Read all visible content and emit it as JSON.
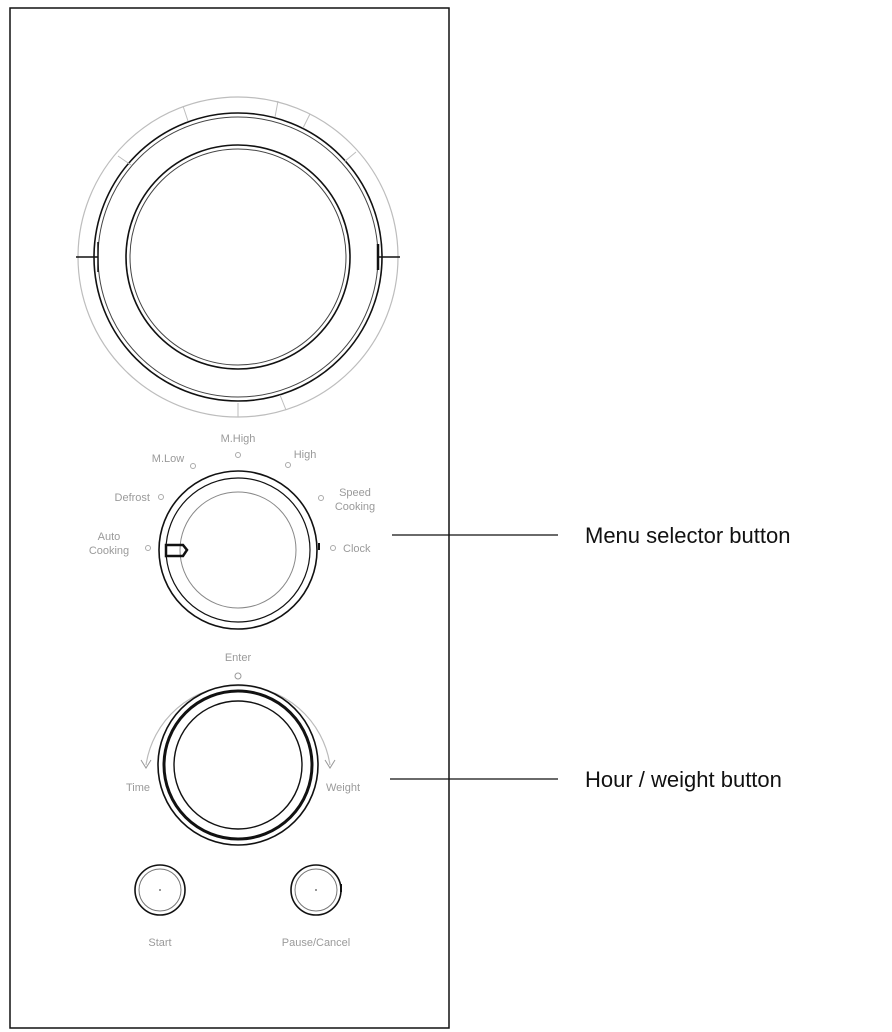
{
  "panel": {
    "menu_dial": {
      "labels": {
        "m_high": "M.High",
        "m_low": "M.Low",
        "high": "High",
        "defrost": "Defrost",
        "speed_cooking_1": "Speed",
        "speed_cooking_2": "Cooking",
        "auto_cooking_1": "Auto",
        "auto_cooking_2": "Cooking",
        "clock": "Clock"
      }
    },
    "hour_dial": {
      "labels": {
        "enter": "Enter",
        "time": "Time",
        "weight": "Weight"
      }
    },
    "buttons": {
      "start": "Start",
      "pause_cancel": "Pause/Cancel"
    }
  },
  "callouts": {
    "menu_selector": "Menu selector button",
    "hour_weight": "Hour / weight button"
  },
  "colors": {
    "line": "#111111",
    "light_line": "#bbbbbb",
    "label_gray": "#9a9a9a"
  }
}
